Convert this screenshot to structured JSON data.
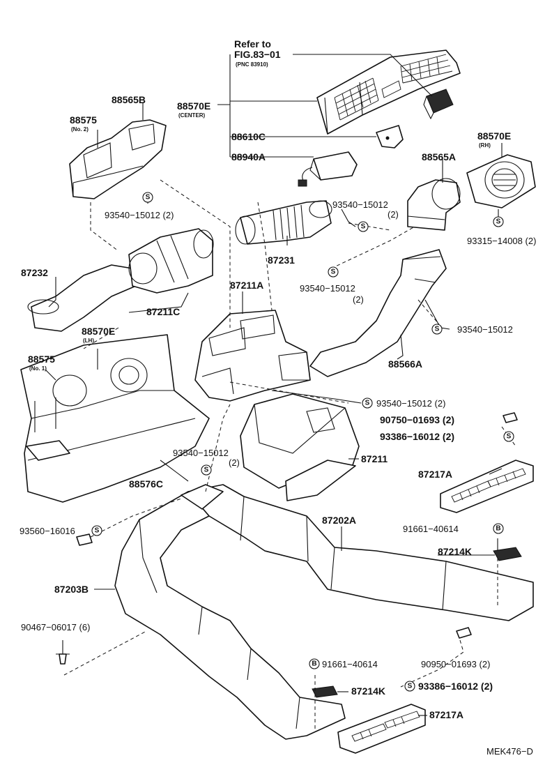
{
  "refer": {
    "line1": "Refer to",
    "line2": "FIG.83−01",
    "line3": "(PNC 83910)"
  },
  "parts": {
    "p88570E_center": "88570E",
    "p88570E_center_sub": "(CENTER)",
    "p88565B": "88565B",
    "p88575_no2": "88575",
    "p88575_no2_sub": "(No. 2)",
    "p88610C": "88610C",
    "p88940A": "88940A",
    "p88570E_rh": "88570E",
    "p88570E_rh_sub": "(RH)",
    "p88565A": "88565A",
    "p93540_15012_a": "93540−15012 (2)",
    "p93540_15012_b1": "93540−15012",
    "p93540_15012_b2": "(2)",
    "p93315_14008": "93315−14008 (2)",
    "p87231": "87231",
    "p87232": "87232",
    "p93540_15012_c1": "93540−15012",
    "p93540_15012_c2": "(2)",
    "p87211A": "87211A",
    "p87211C": "87211C",
    "p88570E_lh": "88570E",
    "p88570E_lh_sub": "(LH)",
    "p93540_15012_d": "93540−15012",
    "p88575_no1": "88575",
    "p88575_no1_sub": "(No. 1)",
    "p88566A": "88566A",
    "p93540_15012_e": "93540−15012 (2)",
    "p90750_01693": "90750−01693 (2)",
    "p93386_16012_a": "93386−16012 (2)",
    "p87211": "87211",
    "p93540_15012_f1": "93540−15012",
    "p93540_15012_f2": "(2)",
    "p87217A_a": "87217A",
    "p88576C": "88576C",
    "p93560_16016": "93560−16016",
    "p87202A": "87202A",
    "p91661_40614_a": "91661−40614",
    "p87214K_a": "87214K",
    "p87203B": "87203B",
    "p90467_06017": "90467−06017 (6)",
    "p91661_40614_b": "91661−40614",
    "p90950_01693": "90950−01693 (2)",
    "p87214K_b": "87214K",
    "p93386_16012_b": "93386−16012 (2)",
    "p87217A_b": "87217A"
  },
  "symbols": {
    "s": "S",
    "b": "B"
  },
  "footer": {
    "code": "MEK476−D"
  }
}
